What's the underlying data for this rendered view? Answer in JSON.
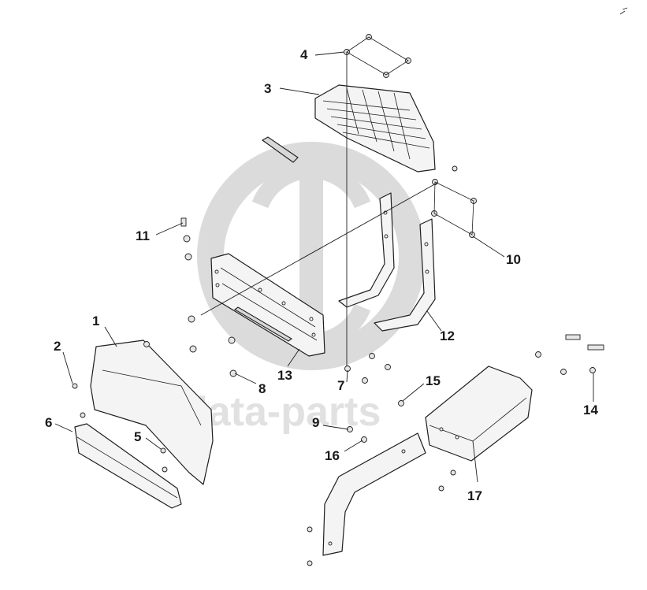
{
  "watermark": {
    "text": "data-parts",
    "color": "#c9c9c9"
  },
  "callouts": [
    "1",
    "2",
    "3",
    "4",
    "5",
    "6",
    "7",
    "8",
    "9",
    "10",
    "11",
    "12",
    "13",
    "14",
    "15",
    "16",
    "17"
  ]
}
